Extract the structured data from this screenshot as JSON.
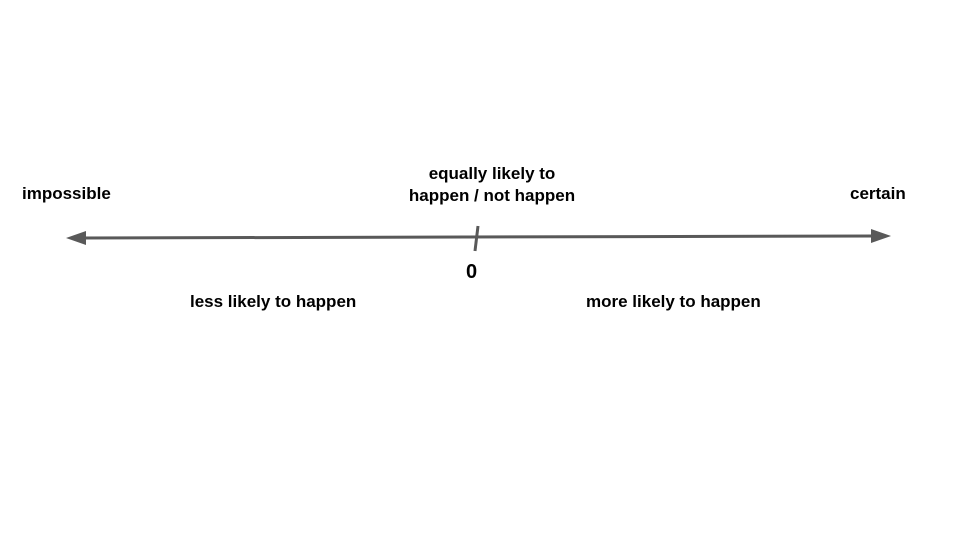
{
  "diagram": {
    "left_end_label": "impossible",
    "right_end_label": "certain",
    "midpoint_label_line1": "equally likely to",
    "midpoint_label_line2": "happen / not happen",
    "midpoint_value": "0",
    "left_region_label": "less likely to happen",
    "right_region_label": "more likely to happen",
    "line_color": "#595959"
  }
}
